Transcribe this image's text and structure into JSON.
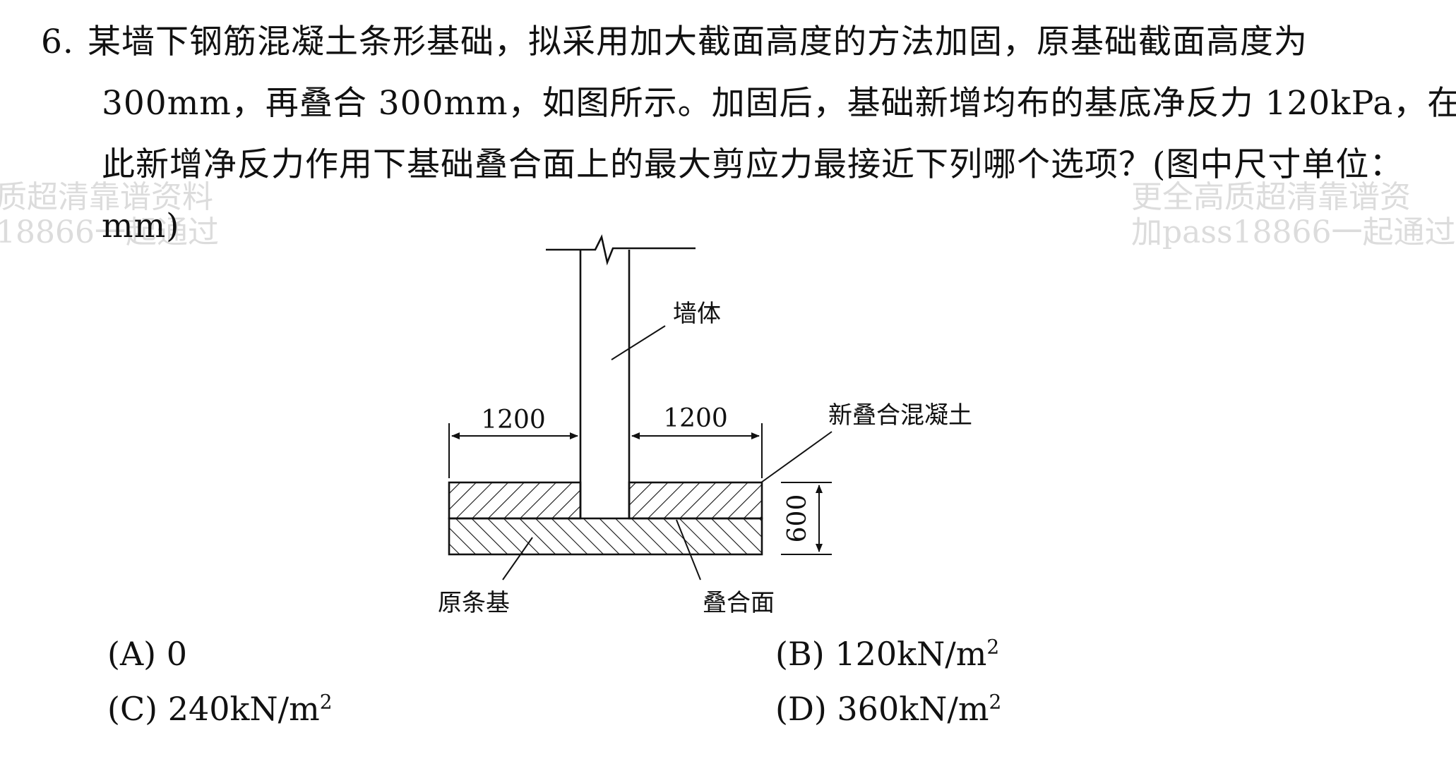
{
  "question": {
    "number": "6.",
    "line1": "某墙下钢筋混凝土条形基础，拟采用加大截面高度的方法加固，原基础截面高度为",
    "line2": "300mm，再叠合 300mm，如图所示。加固后，基础新增均布的基底净反力 120kPa，在",
    "line3": "此新增净反力作用下基础叠合面上的最大剪应力最接近下列哪个选项？(图中尺寸单位：",
    "line4": "mm)"
  },
  "watermark": {
    "left_line1": "质超清靠谱资料",
    "left_line2": "18866一起通过",
    "right_line1": "更全高质超清靠谱资",
    "right_line2": "加pass18866一起通过"
  },
  "figure": {
    "dim_left": "1200",
    "dim_right": "1200",
    "dim_height": "600",
    "label_wall": "墙体",
    "label_new_concrete": "新叠合混凝土",
    "label_original": "原条基",
    "label_interface": "叠合面"
  },
  "options": {
    "a": {
      "label": "(A)",
      "value": "0",
      "unit": ""
    },
    "b": {
      "label": "(B)",
      "value": "120kN/m",
      "unit": "2"
    },
    "c": {
      "label": "(C)",
      "value": "240kN/m",
      "unit": "2"
    },
    "d": {
      "label": "(D)",
      "value": "360kN/m",
      "unit": "2"
    }
  }
}
